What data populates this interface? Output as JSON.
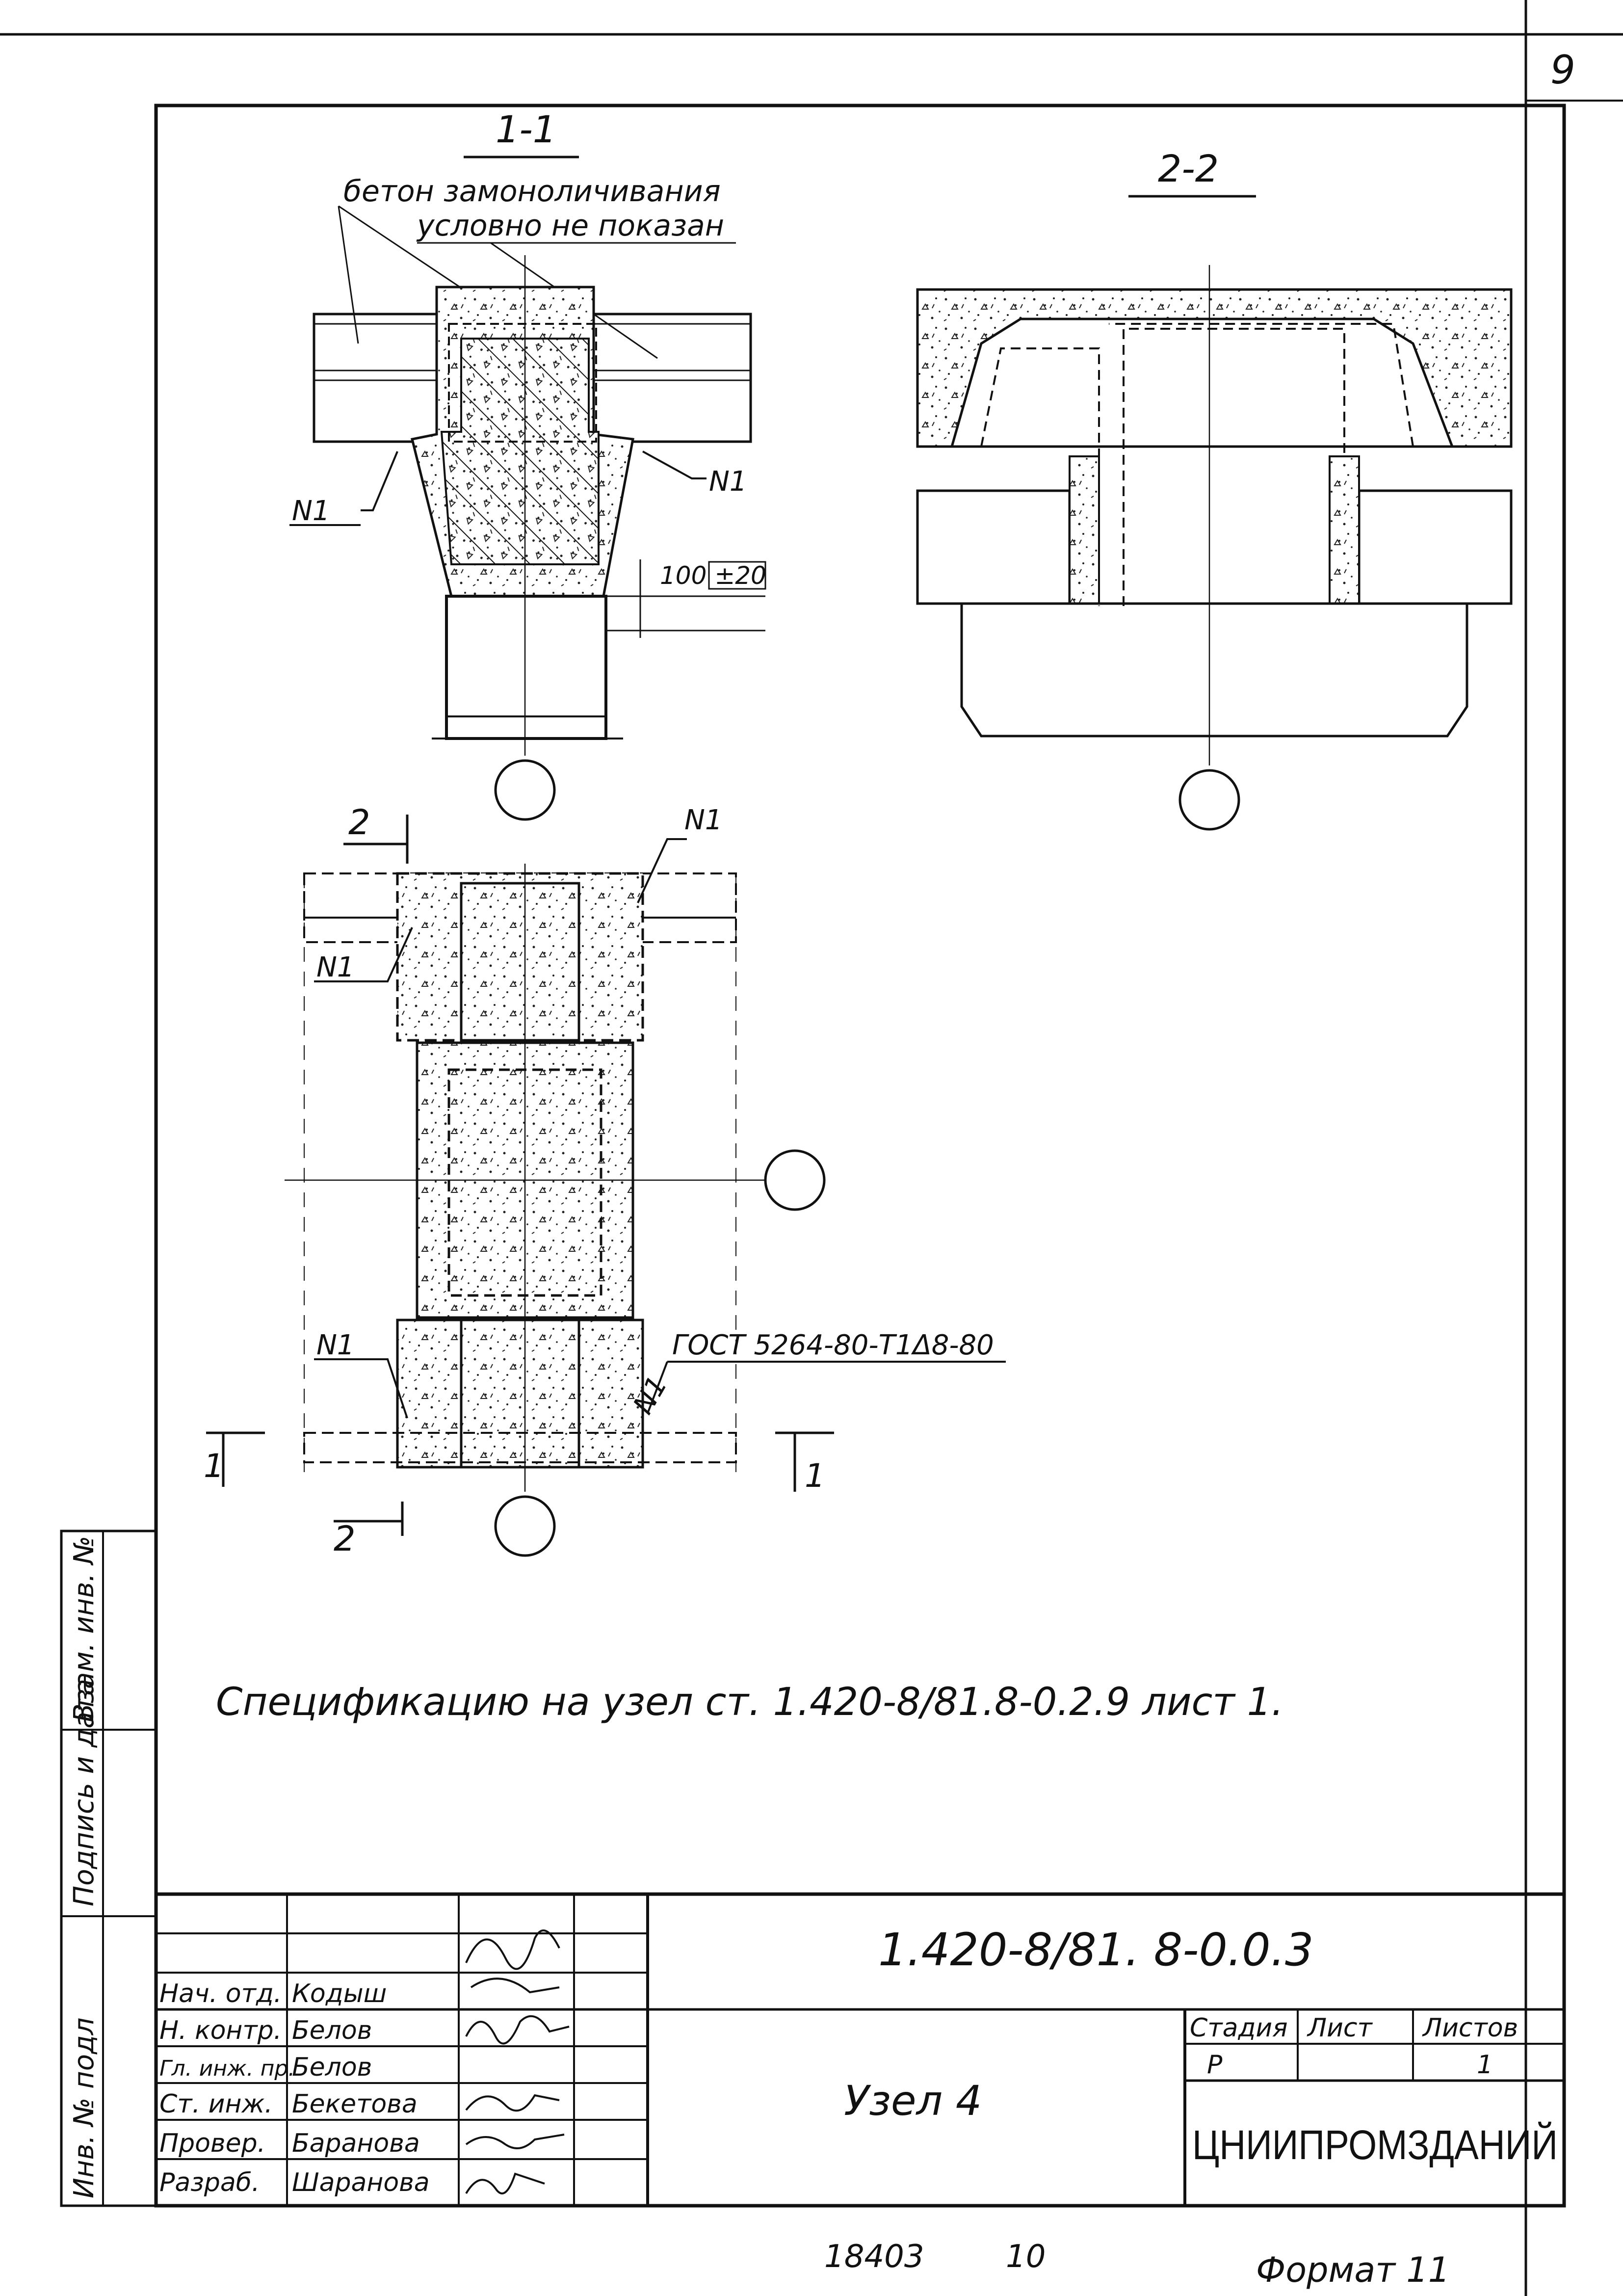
{
  "page_number": "9",
  "sections": {
    "s11": {
      "title": "1-1",
      "note_line1": "бетон замоноличивания",
      "note_line2": "условно не показан",
      "mark_left": "N1",
      "mark_right": "N1",
      "dimension": "100 ±20"
    },
    "s22": {
      "title": "2-2"
    },
    "plan": {
      "cut2_top": "2",
      "cut2_bottom": "2",
      "cut1_left": "1",
      "cut1_right": "1",
      "mark_tr": "N1",
      "mark_l": "N1",
      "mark_bl": "N1",
      "mark_br": "N1",
      "gost": "ГОСТ 5264-80-Т1Δ8-80"
    }
  },
  "spec_note": "Спецификацию на узел ст. 1.420-8/81.8-0.2.9 лист 1.",
  "side_stamp": {
    "col1": "Инв. № подл",
    "col2": "Подпись и дата",
    "col3": "Взам. инв. №"
  },
  "title_block": {
    "doc_code": "1.420-8/81. 8-0.0.3",
    "name": "Узел 4",
    "stage_label": "Стадия",
    "sheet_label": "Лист",
    "sheets_label": "Листов",
    "stage": "Р",
    "sheets": "1",
    "org": "ЦНИИПРОМЗДАНИЙ",
    "roles": [
      {
        "role": "Нач. отд.",
        "person": "Кодыш"
      },
      {
        "role": "Н. контр.",
        "person": "Белов"
      },
      {
        "role": "Гл. инж. пр.",
        "person": "Белов"
      },
      {
        "role": "Ст. инж.",
        "person": "Бекетова"
      },
      {
        "role": "Провер.",
        "person": "Баранова"
      },
      {
        "role": "Разраб.",
        "person": "Шаранова"
      }
    ]
  },
  "footer": {
    "number": "18403",
    "copy": "10",
    "format": "Формат 11"
  }
}
